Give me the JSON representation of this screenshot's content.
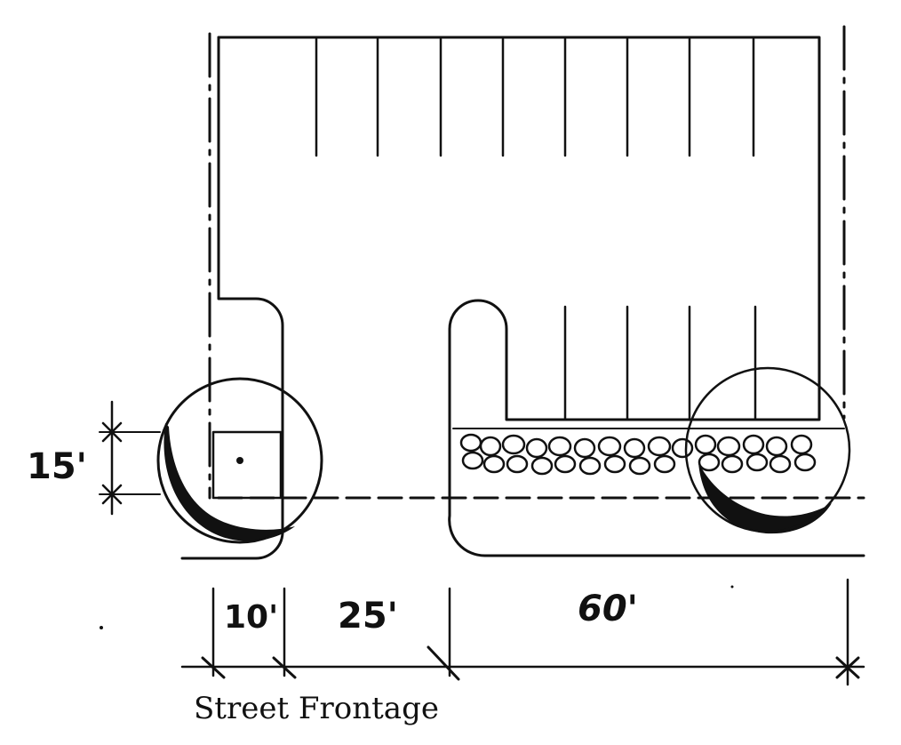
{
  "dimensions": {
    "side_setback": "15'",
    "left_landscape_width": "10'",
    "driveway_width": "25'",
    "parking_frontage": "60'"
  },
  "caption": "Street Frontage"
}
